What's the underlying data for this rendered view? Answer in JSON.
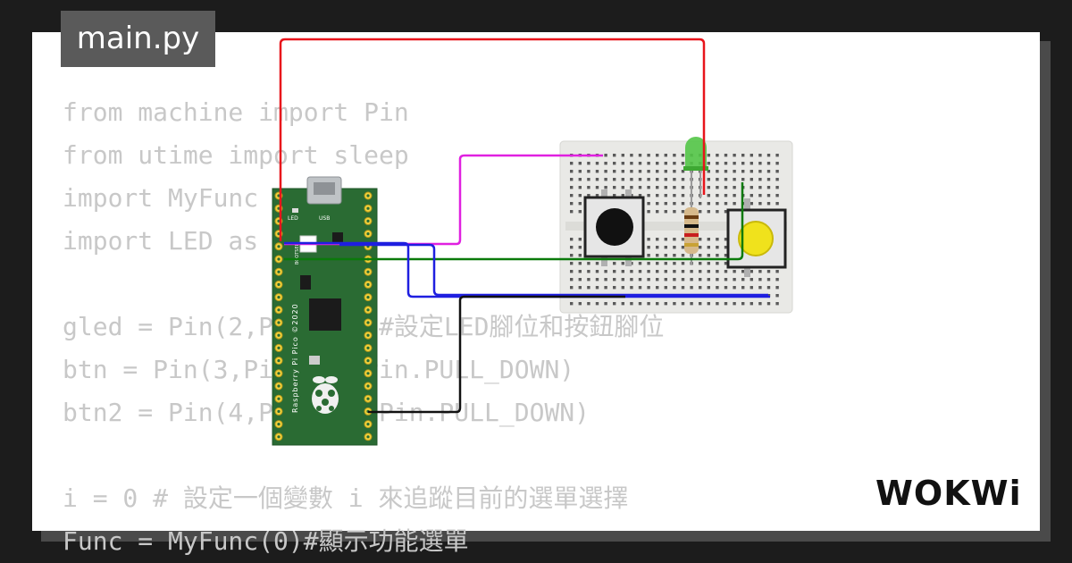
{
  "file_tab": {
    "label": "main.py"
  },
  "code_lines": [
    "from machine import Pin",
    "from utime import sleep",
    "import MyFunc",
    "import LED as",
    "",
    "gled = Pin(2,Pin.OUT)#設定LED腳位和按鈕腳位",
    "btn = Pin(3,Pin.IN, Pin.PULL_DOWN)",
    "btn2 = Pin(4,Pin.IN, Pin.PULL_DOWN)",
    "",
    "i = 0 # 設定一個變數 i 來追蹤目前的選單選擇",
    "Func = MyFunc(0)#顯示功能選單"
  ],
  "logo": {
    "text": "WOKWi"
  },
  "board": {
    "model_text": "Raspberry Pi Pico ©2020",
    "led_label": "LED",
    "usb_label": "USB",
    "bootsel_label": "BOOTSEL"
  },
  "wire_colors": {
    "red": "#e8141b",
    "magenta": "#e020e0",
    "green": "#0b7a0b",
    "blue": "#1f1fe0",
    "black": "#111111"
  },
  "components": {
    "led": "green-led",
    "resistor": "resistor",
    "button1": "black-pushbutton",
    "button2": "yellow-pushbutton"
  }
}
